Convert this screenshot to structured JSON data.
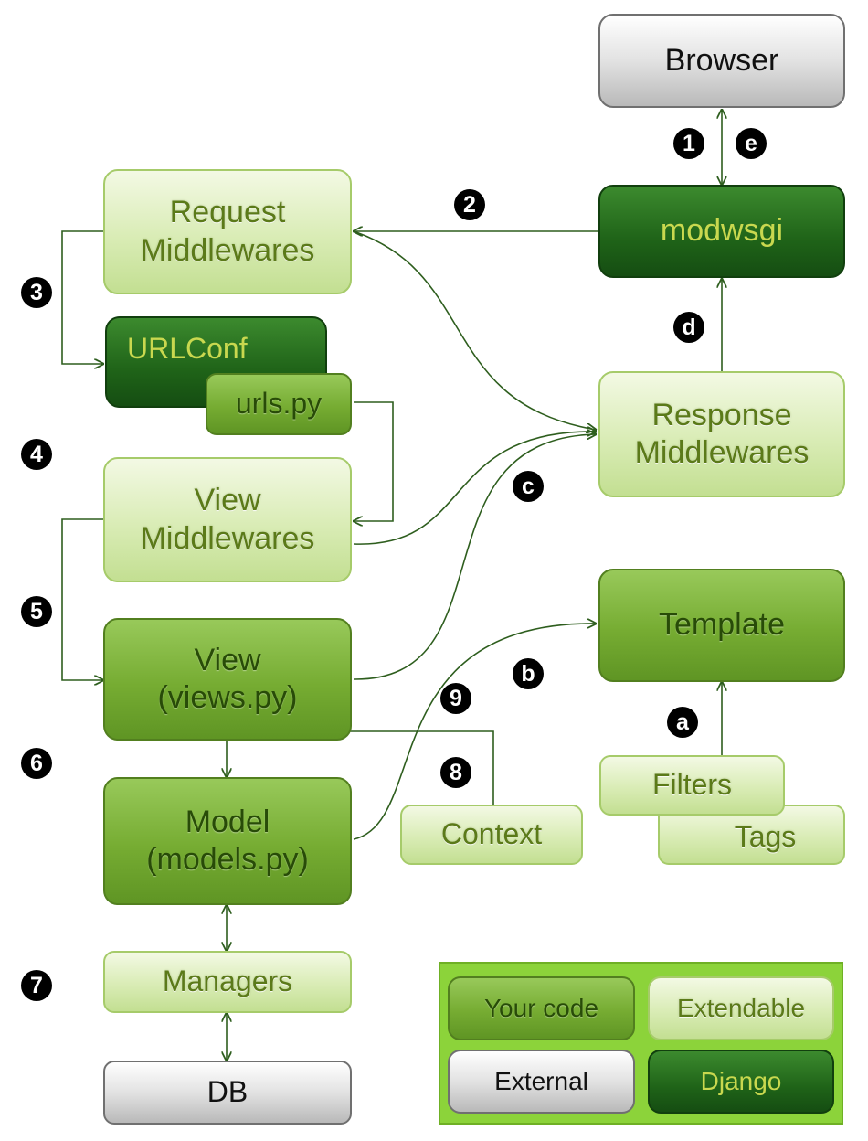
{
  "boxes": {
    "browser": "Browser",
    "modwsgi": "modwsgi",
    "request_mw": [
      "Request",
      "Middlewares"
    ],
    "urlconf": "URLConf",
    "urls_py": "urls.py",
    "view_mw": [
      "View",
      "Middlewares"
    ],
    "response_mw": [
      "Response",
      "Middlewares"
    ],
    "view": [
      "View",
      "(views.py)"
    ],
    "template": "Template",
    "model": [
      "Model",
      "(models.py)"
    ],
    "context": "Context",
    "filters": "Filters",
    "tags": "Tags",
    "managers": "Managers",
    "db": "DB"
  },
  "steps": {
    "s1": "1",
    "s2": "2",
    "s3": "3",
    "s4": "4",
    "s5": "5",
    "s6": "6",
    "s7": "7",
    "s8": "8",
    "s9": "9",
    "sa": "a",
    "sb": "b",
    "sc": "c",
    "sd": "d",
    "se": "e"
  },
  "legend": {
    "your_code": "Your code",
    "extendable": "Extendable",
    "external": "External",
    "django": "Django"
  },
  "colors": {
    "your_code": "#76ac32",
    "extendable": "#d9ecb5",
    "external": "#e2e2e2",
    "django": "#1f6318",
    "connector": "#2e5e1e",
    "badge": "#000000"
  }
}
